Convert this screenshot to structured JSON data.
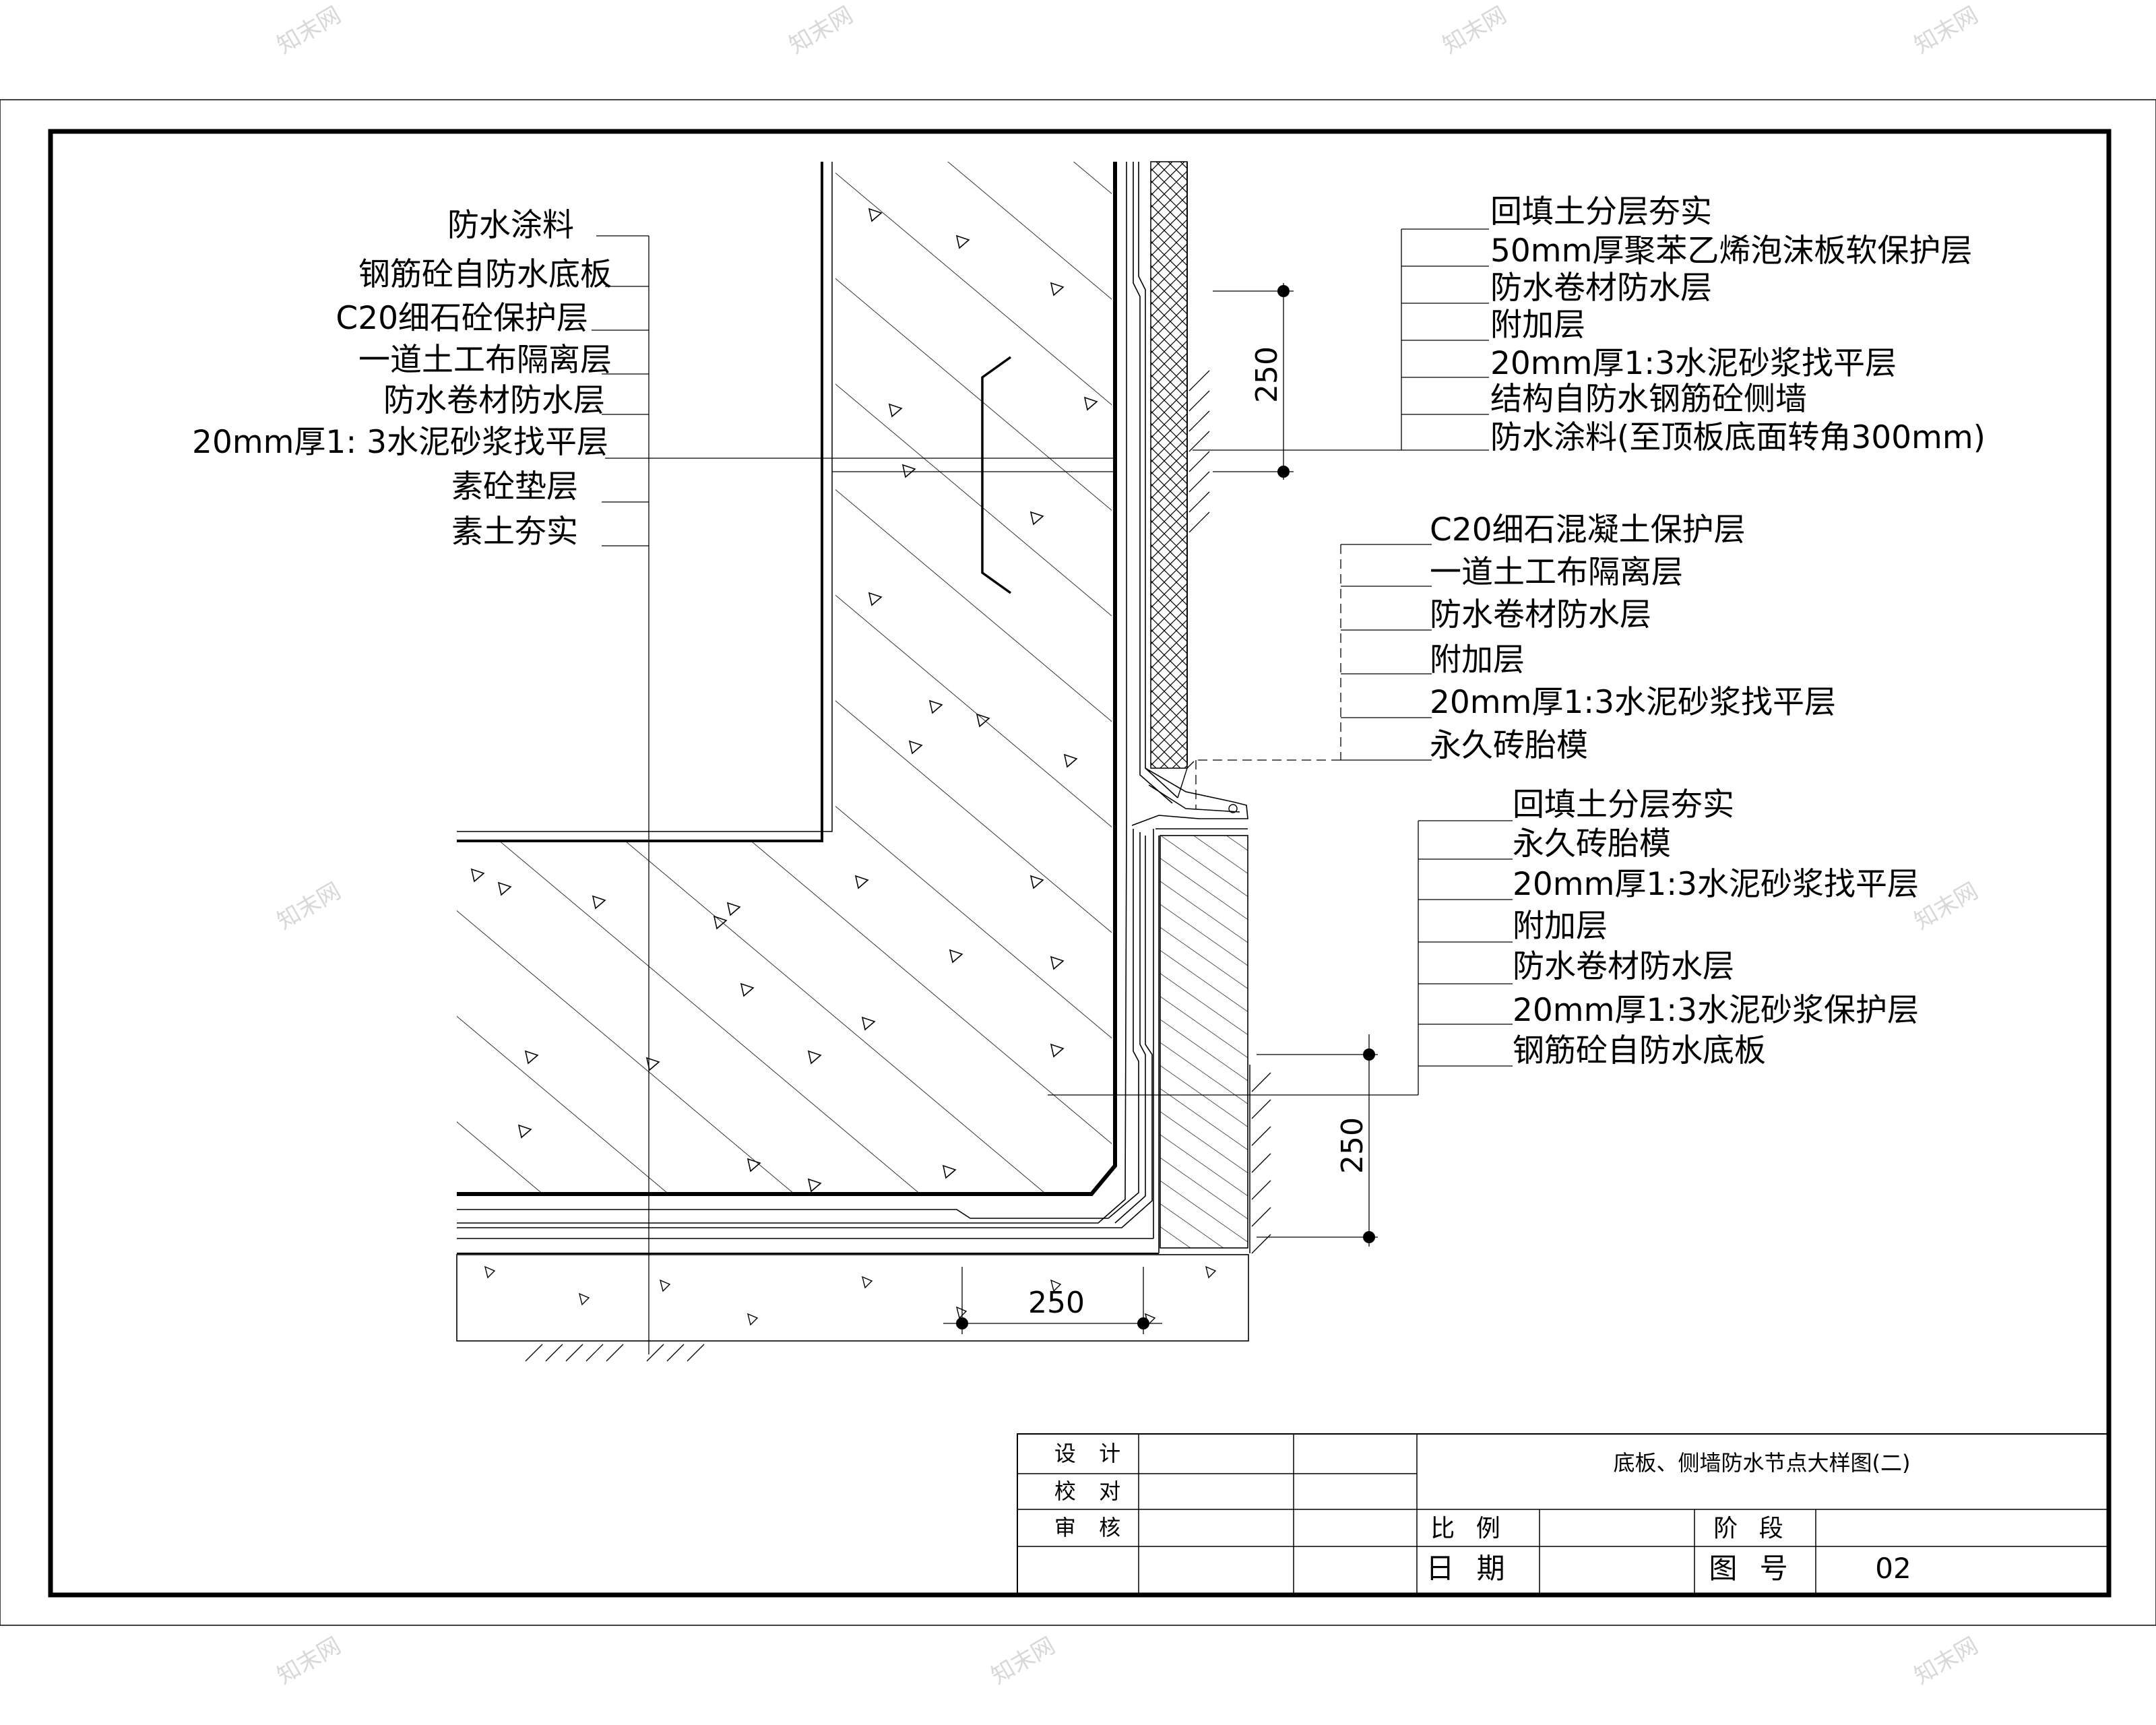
{
  "left_labels": [
    "防水涂料",
    "钢筋砼自防水底板",
    "C20细石砼保护层",
    "一道土工布隔离层",
    "防水卷材防水层",
    "20mm厚1: 3水泥砂浆找平层",
    "素砼垫层",
    "素土夯实"
  ],
  "right_top_labels": [
    "回填土分层夯实",
    "50mm厚聚苯乙烯泡沫板软保护层",
    "防水卷材防水层",
    "附加层",
    "20mm厚1:3水泥砂浆找平层",
    "结构自防水钢筋砼侧墙",
    "防水涂料(至顶板底面转角300mm)"
  ],
  "right_mid_labels": [
    "C20细石混凝土保护层",
    "一道土工布隔离层",
    "防水卷材防水层",
    "附加层",
    "20mm厚1:3水泥砂浆找平层",
    "永久砖胎模"
  ],
  "right_bottom_labels": [
    "回填土分层夯实",
    "永久砖胎模",
    "20mm厚1:3水泥砂浆找平层",
    "附加层",
    "防水卷材防水层",
    "20mm厚1:3水泥砂浆保护层",
    "钢筋砼自防水底板"
  ],
  "dimensions": {
    "top_vertical": "250",
    "bottom_vertical": "250",
    "horizontal": "250"
  },
  "title_block": {
    "design": "设 计",
    "check": "校 对",
    "review": "审 核",
    "title": "底板、侧墙防水节点大样图(二)",
    "scale_label": "比 例",
    "stage_label": "阶 段",
    "date_label": "日 期",
    "drawing_no_label": "图 号",
    "drawing_no": "02"
  },
  "watermark": "知末网"
}
